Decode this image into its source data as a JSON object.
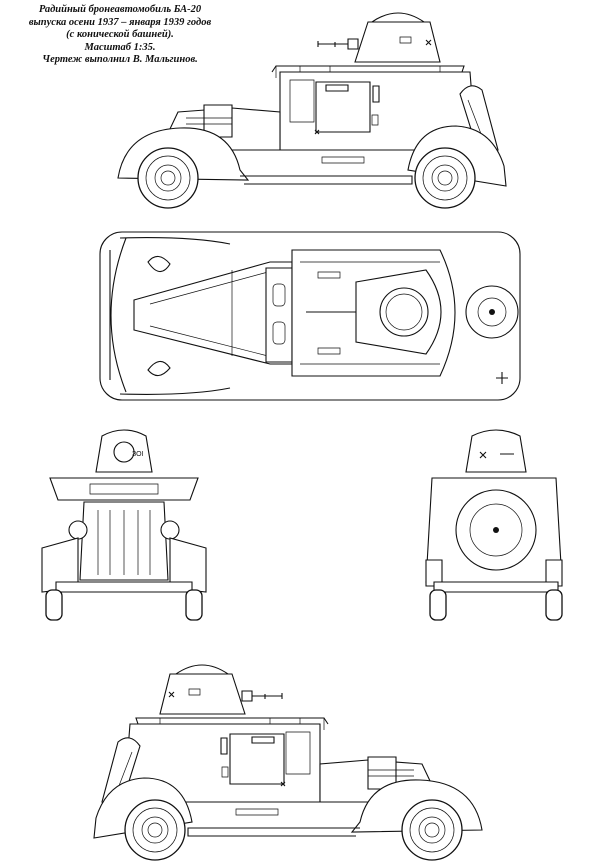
{
  "caption": {
    "lines": [
      "Радийный бронеавтомобиль БА-20",
      "выпуска осени 1937 – января 1939 годов",
      "(с конической башней).",
      "Масштаб 1:35.",
      "Чертеж выполнил В. Мальгинов."
    ]
  },
  "views": [
    "side-view-right",
    "top-view",
    "front-view",
    "rear-view",
    "side-view-left"
  ]
}
